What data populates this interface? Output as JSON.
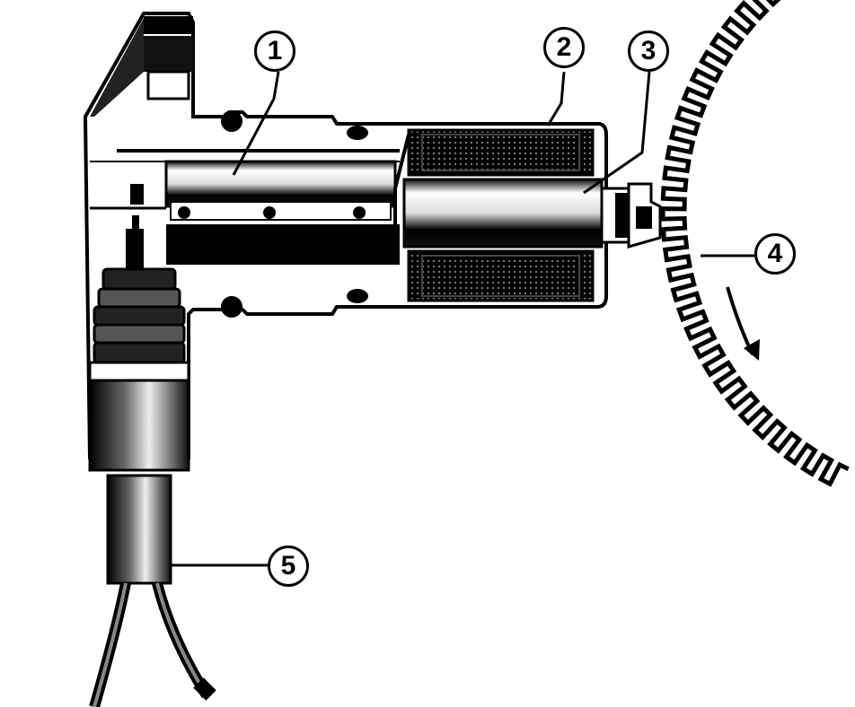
{
  "diagram": {
    "parts": [
      {
        "id": "1",
        "label": "1"
      },
      {
        "id": "2",
        "label": "2"
      },
      {
        "id": "3",
        "label": "3"
      },
      {
        "id": "4",
        "label": "4"
      },
      {
        "id": "5",
        "label": "5"
      }
    ],
    "colors": {
      "ink": "#000000",
      "paper": "#ffffff",
      "shade": "#555555"
    },
    "icons": {
      "rotation_arrow": "curved-arrow-down-icon"
    }
  }
}
